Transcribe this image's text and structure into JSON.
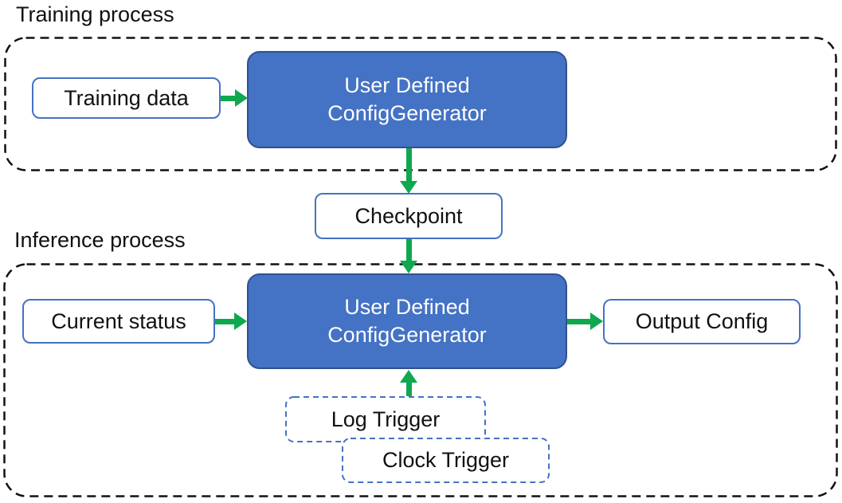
{
  "diagram": {
    "sections": [
      {
        "title": "Training process"
      },
      {
        "title": "Inference process"
      }
    ],
    "nodes": {
      "training_data": {
        "label": "Training data"
      },
      "training_generator": {
        "line1": "User Defined",
        "line2": "ConfigGenerator"
      },
      "checkpoint": {
        "label": "Checkpoint"
      },
      "current_status": {
        "label": "Current status"
      },
      "inference_generator": {
        "line1": "User Defined",
        "line2": "ConfigGenerator"
      },
      "output_config": {
        "label": "Output Config"
      },
      "log_trigger": {
        "label": "Log Trigger"
      },
      "clock_trigger": {
        "label": "Clock Trigger"
      }
    },
    "edges": [
      {
        "from": "Training data",
        "to": "User Defined ConfigGenerator (training)"
      },
      {
        "from": "User Defined ConfigGenerator (training)",
        "to": "Checkpoint"
      },
      {
        "from": "Checkpoint",
        "to": "User Defined ConfigGenerator (inference)"
      },
      {
        "from": "Current status",
        "to": "User Defined ConfigGenerator (inference)"
      },
      {
        "from": "User Defined ConfigGenerator (inference)",
        "to": "Output Config"
      },
      {
        "from": "Log Trigger / Clock Trigger",
        "to": "User Defined ConfigGenerator (inference)"
      }
    ],
    "colors": {
      "generator_fill": "#4472C4",
      "generator_border": "#2F528F",
      "box_outline": "#4472C4",
      "trigger_outline": "#4472C4",
      "arrow_green": "#0FA84F",
      "container_dash": "#111111",
      "text_dark": "#111111",
      "text_light": "#FFFFFF"
    }
  }
}
